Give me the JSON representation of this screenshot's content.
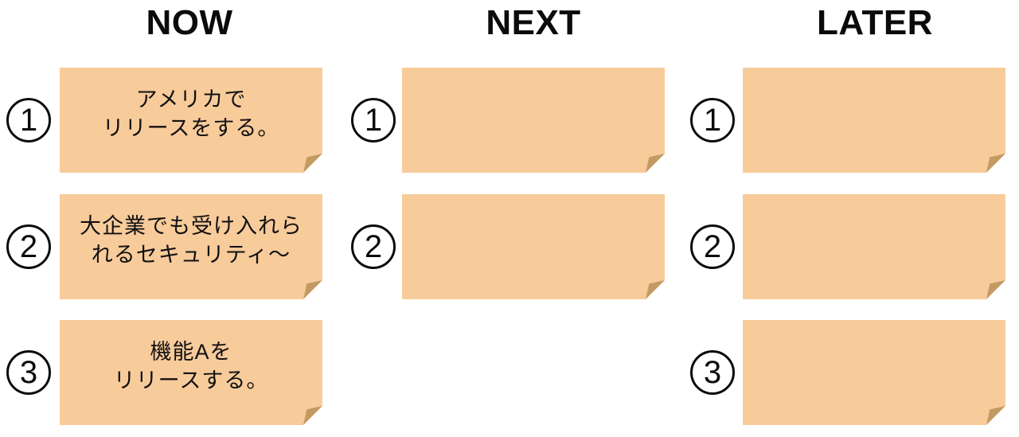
{
  "board": {
    "columns": [
      {
        "title": "NOW",
        "notes": [
          {
            "number": "1",
            "lines": [
              "アメリカで",
              "リリースをする。"
            ]
          },
          {
            "number": "2",
            "lines": [
              "大企業でも受け入れら",
              "れるセキュリティ〜"
            ]
          },
          {
            "number": "3",
            "lines": [
              "機能Aを",
              "リリースする。"
            ]
          }
        ]
      },
      {
        "title": "NEXT",
        "notes": [
          {
            "number": "1",
            "lines": []
          },
          {
            "number": "2",
            "lines": []
          }
        ]
      },
      {
        "title": "LATER",
        "notes": [
          {
            "number": "1",
            "lines": []
          },
          {
            "number": "2",
            "lines": []
          },
          {
            "number": "3",
            "lines": []
          }
        ]
      }
    ],
    "colors": {
      "note_fill": "#F8CB9B",
      "note_fold": "#C49A63",
      "text": "#111111",
      "background": "#FFFFFF"
    }
  }
}
